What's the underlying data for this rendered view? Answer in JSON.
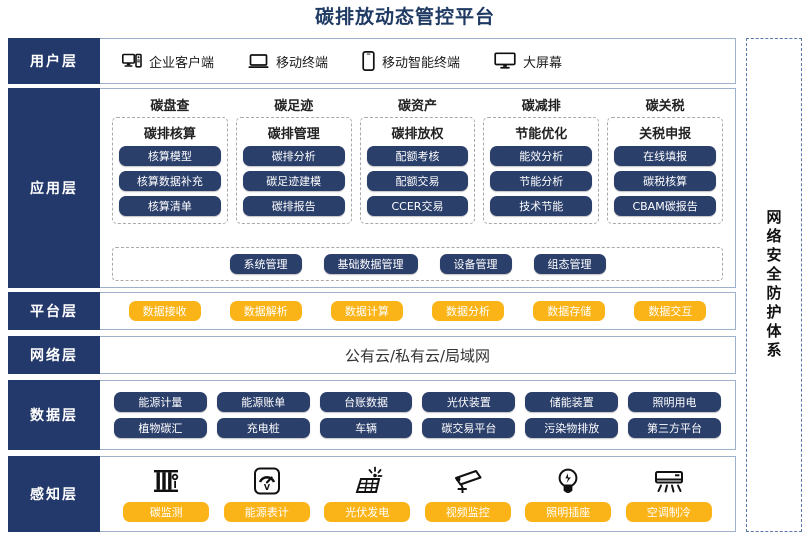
{
  "title": "碳排放动态管控平台",
  "security_column": {
    "label": "网络安全防护体系"
  },
  "layers": {
    "user": {
      "label": "用户层",
      "items": [
        {
          "icon": "desktop-tower-icon",
          "label": "企业客户端"
        },
        {
          "icon": "laptop-icon",
          "label": "移动终端"
        },
        {
          "icon": "smartphone-icon",
          "label": "移动智能终端"
        },
        {
          "icon": "monitor-icon",
          "label": "大屏幕"
        }
      ]
    },
    "application": {
      "label": "应用层",
      "groups": [
        {
          "title": "碳盘查",
          "subtitle": "碳排核算",
          "items": [
            "核算模型",
            "核算数据补充",
            "核算清单"
          ]
        },
        {
          "title": "碳足迹",
          "subtitle": "碳排管理",
          "items": [
            "碳排分析",
            "碳足迹建模",
            "碳排报告"
          ]
        },
        {
          "title": "碳资产",
          "subtitle": "碳排放权",
          "items": [
            "配额考核",
            "配额交易",
            "CCER交易"
          ]
        },
        {
          "title": "碳减排",
          "subtitle": "节能优化",
          "items": [
            "能效分析",
            "节能分析",
            "技术节能"
          ]
        },
        {
          "title": "碳关税",
          "subtitle": "关税申报",
          "items": [
            "在线填报",
            "碳税核算",
            "CBAM碳报告"
          ]
        }
      ],
      "common": [
        "系统管理",
        "基础数据管理",
        "设备管理",
        "组态管理"
      ]
    },
    "platform": {
      "label": "平台层",
      "items": [
        "数据接收",
        "数据解析",
        "数据计算",
        "数据分析",
        "数据存储",
        "数据交互"
      ]
    },
    "network": {
      "label": "网络层",
      "text": "公有云/私有云/局域网"
    },
    "data": {
      "label": "数据层",
      "row1": [
        "能源计量",
        "能源账单",
        "台账数据",
        "光伏装置",
        "储能装置",
        "照明用电"
      ],
      "row2": [
        "植物碳汇",
        "充电桩",
        "车辆",
        "碳交易平台",
        "污染物排放",
        "第三方平台"
      ]
    },
    "sense": {
      "label": "感知层",
      "items": [
        {
          "icon": "carbon-monitor-icon",
          "label": "碳监测"
        },
        {
          "icon": "energy-meter-icon",
          "label": "能源表计"
        },
        {
          "icon": "solar-panel-icon",
          "label": "光伏发电"
        },
        {
          "icon": "cctv-camera-icon",
          "label": "视频监控"
        },
        {
          "icon": "light-bulb-icon",
          "label": "照明插座"
        },
        {
          "icon": "air-conditioner-icon",
          "label": "空调制冷"
        }
      ]
    }
  },
  "colors": {
    "navy": "#24396b",
    "pill_navy": "#2b3f6b",
    "amber": "#fbb417",
    "title": "#1f3a63",
    "border": "#9fb0cc"
  }
}
